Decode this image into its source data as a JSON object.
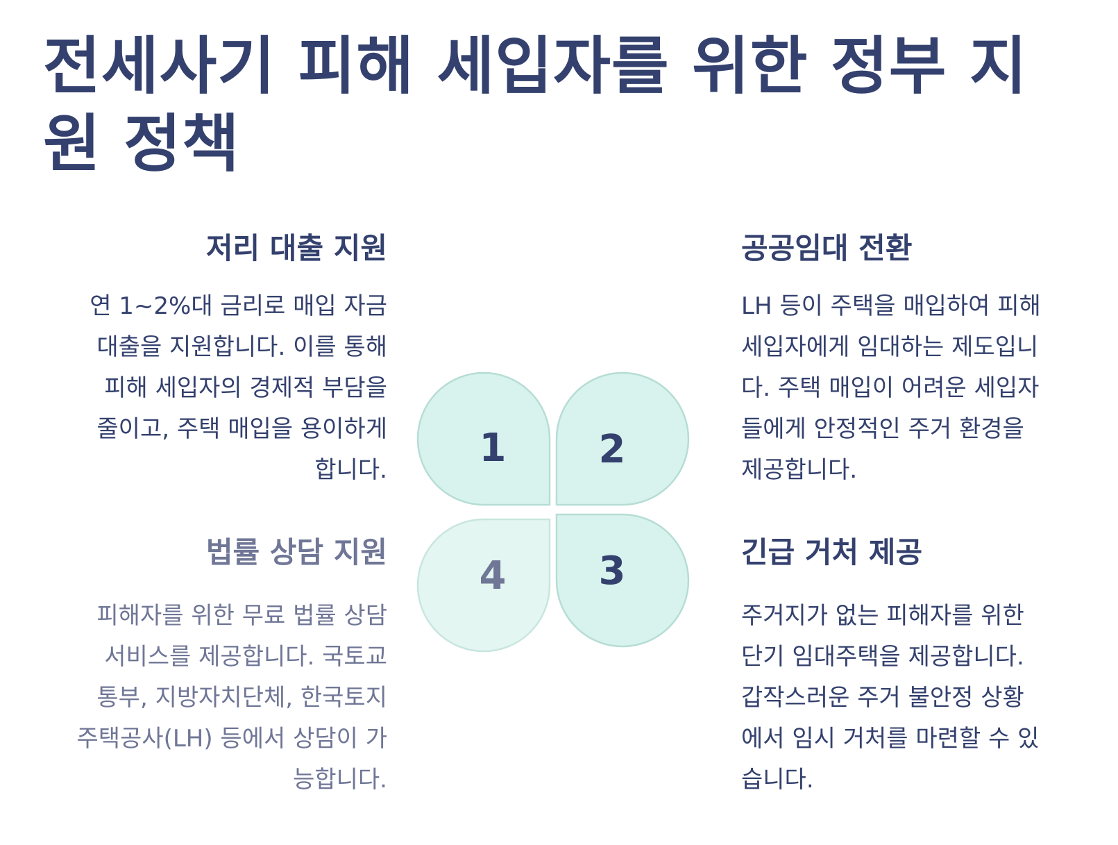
{
  "title": "전세사기 피해 세입자를 위한 정부 지원 정책",
  "sections": [
    {
      "number": "1",
      "heading": "저리 대출 지원",
      "lines": [
        "연 1~2%대 금리로 매입 자금",
        "대출을 지원합니다. 이를 통해",
        "피해 세입자의 경제적 부담을",
        "줄이고, 주택 매입을 용이하게",
        "합니다."
      ]
    },
    {
      "number": "2",
      "heading": "공공임대 전환",
      "lines": [
        "LH 등이 주택을 매입하여 피해",
        "세입자에게 임대하는 제도입니",
        "다. 주택 매입이 어려운 세입자",
        "들에게 안정적인 주거 환경을",
        "제공합니다."
      ]
    },
    {
      "number": "3",
      "heading": "긴급 거처 제공",
      "lines": [
        "주거지가 없는 피해자를 위한",
        "단기 임대주택을 제공합니다.",
        "갑작스러운 주거 불안정 상황",
        "에서 임시 거처를 마련할 수 있",
        "습니다."
      ]
    },
    {
      "number": "4",
      "heading": "법률 상담 지원",
      "lines": [
        "피해자를 위한 무료 법률 상담",
        "서비스를 제공합니다. 국토교",
        "통부, 지방자치단체, 한국토지",
        "주택공사(LH) 등에서 상담이 가",
        "능합니다."
      ]
    }
  ],
  "colors": {
    "title": "#34416e",
    "text_dark": "#34416e",
    "text_muted": "#6f7696",
    "petal_fill": "#d8f3ee",
    "petal_fill_light": "#e3f6f2",
    "petal_stroke": "#b6ddd4"
  }
}
